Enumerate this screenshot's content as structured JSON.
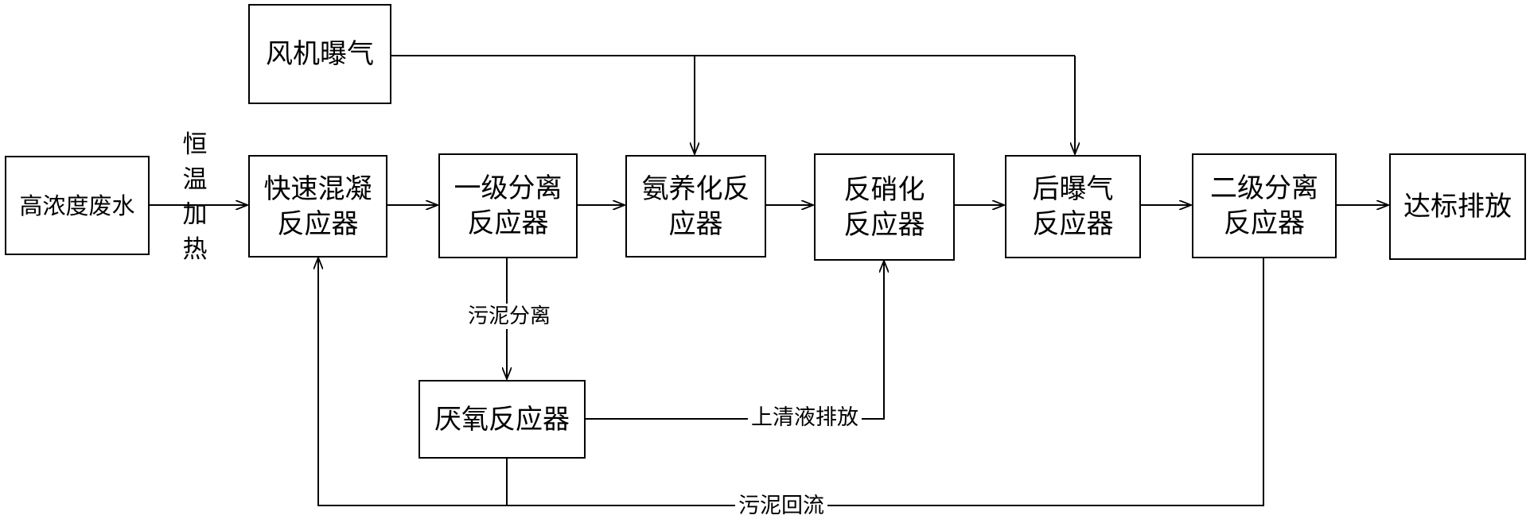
{
  "nodes": {
    "blower": "风机曝气",
    "wastewater": "高浓度废水",
    "coag_1": "快速混凝",
    "coag_2": "反应器",
    "sep1_1": "一级分离",
    "sep1_2": "反应器",
    "ammon_1": "氨养化反",
    "ammon_2": "应器",
    "denit_1": "反硝化",
    "denit_2": "反应器",
    "postaer_1": "后曝气",
    "postaer_2": "反应器",
    "sep2_1": "二级分离",
    "sep2_2": "反应器",
    "discharge": "达标排放",
    "anaerobic": "厌氧反应器"
  },
  "labels": {
    "heating": "恒温加热",
    "sludge_sep": "污泥分离",
    "supernatant": "上清液排放",
    "sludge_return": "污泥回流"
  }
}
